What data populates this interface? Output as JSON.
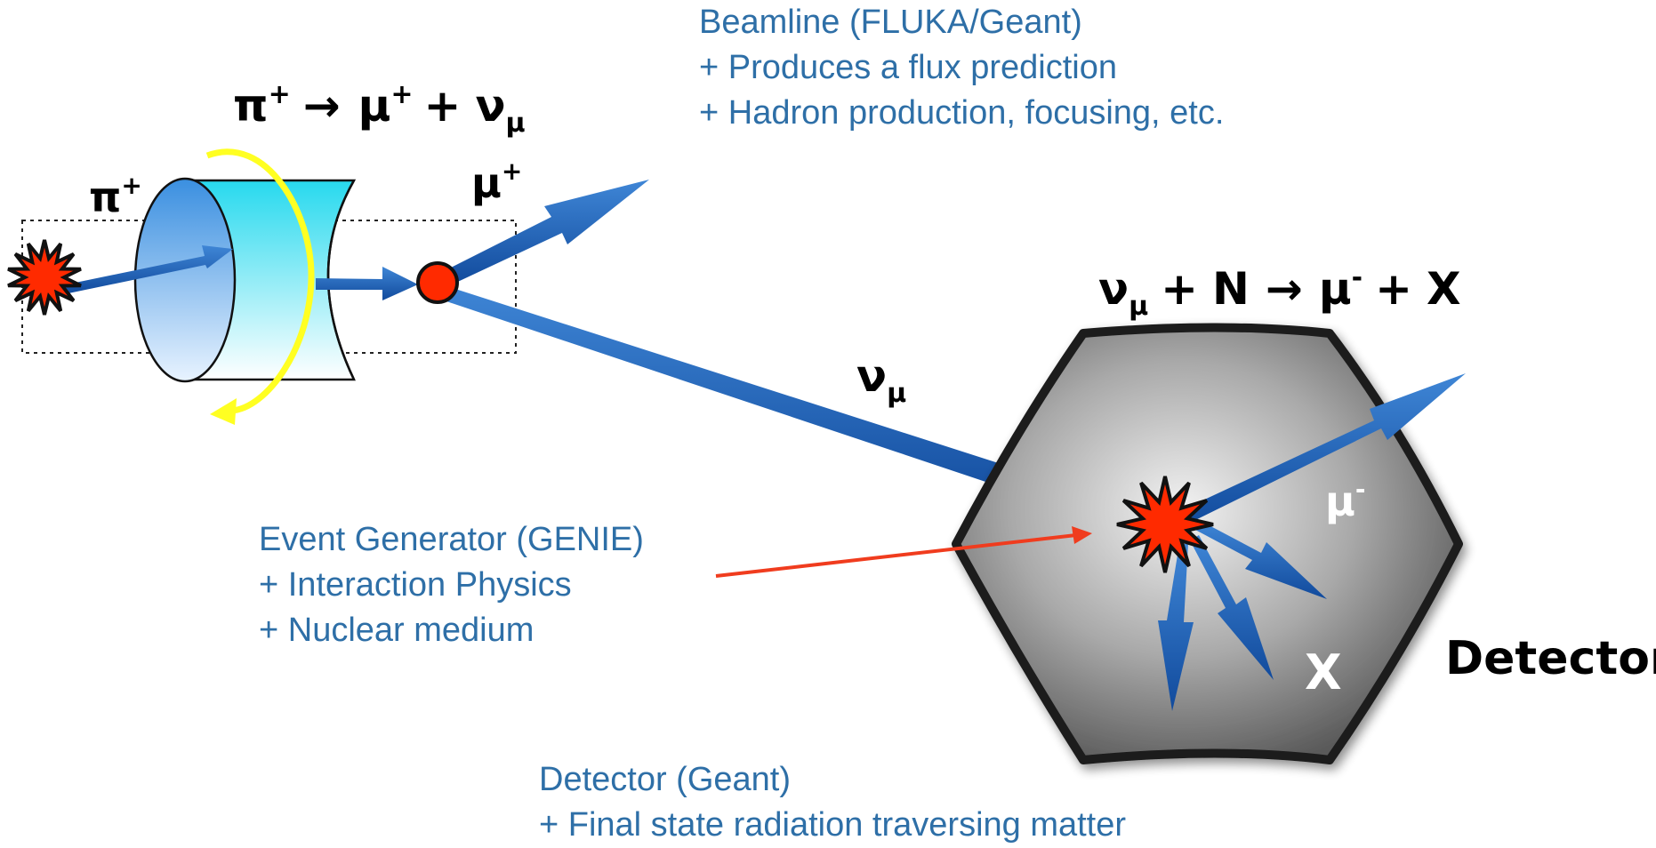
{
  "decay_equation": {
    "a": "π",
    "a_sup": "+",
    "arrow": "→",
    "b": "μ",
    "b_sup": "+",
    "plus": "+",
    "c": "ν",
    "c_sub": "μ"
  },
  "interaction_equation": {
    "a": "ν",
    "a_sub": "μ",
    "plus1": "+",
    "b": "N",
    "arrow": "→",
    "c": "μ",
    "c_sup": "-",
    "plus2": "+",
    "d": "X"
  },
  "particles": {
    "pion": {
      "sym": "π",
      "sup": "+"
    },
    "muon_plus": {
      "sym": "μ",
      "sup": "+"
    },
    "neutrino": {
      "sym": "ν",
      "sub": "μ"
    },
    "muon_minus": {
      "sym": "μ",
      "sup": "-"
    },
    "hadrons": "X"
  },
  "detector_label": "Detector",
  "beamline_note": {
    "title": "Beamline (FLUKA/Geant)",
    "line1": "+ Produces a flux prediction",
    "line2": "+ Hadron production, focusing, etc."
  },
  "generator_note": {
    "title": "Event Generator (GENIE)",
    "line1": "+ Interaction Physics",
    "line2": "+ Nuclear medium"
  },
  "detector_note": {
    "title": "Detector (Geant)",
    "line1": "+ Final state radiation traversing matter"
  },
  "colors": {
    "arrow_blue": "#1f5fb4",
    "note_blue": "#2e6fa7",
    "burst_red": "#ff2a00",
    "pointer_red": "#f03c1e",
    "horn_cyan": "#3fe6ee",
    "rotation_yellow": "#ffff22",
    "detector_gray": "#8a8a8a"
  }
}
